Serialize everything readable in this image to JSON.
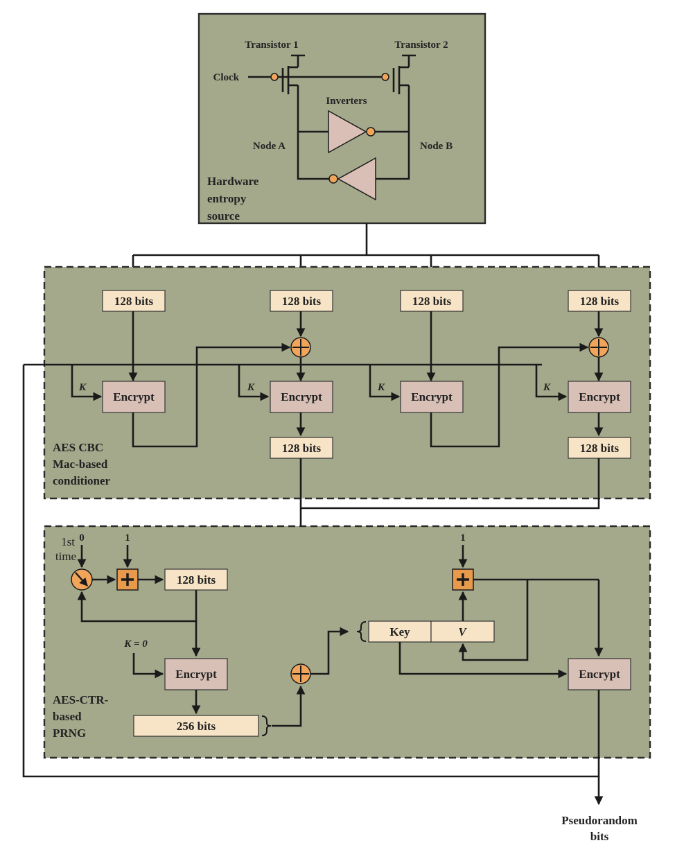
{
  "colors": {
    "panel": "#a4a98c",
    "box_beige": "#f7e4c6",
    "box_pink": "#d8c0b6",
    "operator_orange": "#f0a55a",
    "inverter_fill": "#d9bfb5",
    "line": "#1a1a1a"
  },
  "entropy": {
    "transistor1": "Transistor 1",
    "transistor2": "Transistor 2",
    "clock": "Clock",
    "inverters": "Inverters",
    "node_a": "Node A",
    "node_b": "Node B",
    "section_label": [
      "Hardware",
      "entropy",
      "source"
    ]
  },
  "conditioner": {
    "input_label": "128 bits",
    "encrypt_label": "Encrypt",
    "key_label": "K",
    "output_label": "128 bits",
    "section_label": [
      "AES CBC",
      "Mac-based",
      "conditioner"
    ]
  },
  "prng": {
    "first_time": [
      "1st",
      "time"
    ],
    "zero": "0",
    "one": "1",
    "counter_label": "128 bits",
    "k_equals_zero": "K = 0",
    "encrypt_label": "Encrypt",
    "bits256_label": "256 bits",
    "key_label": "Key",
    "v_label": "V",
    "encrypt2_label": "Encrypt",
    "one_right": "1",
    "section_label": [
      "AES-CTR-",
      "based",
      "PRNG"
    ]
  },
  "output": [
    "Pseudorandom",
    "bits"
  ],
  "icons": [
    "xor-icon",
    "plus-box-icon",
    "switch-icon",
    "brace-icon",
    "arrow-icon",
    "inverter-icon",
    "transistor-icon"
  ]
}
